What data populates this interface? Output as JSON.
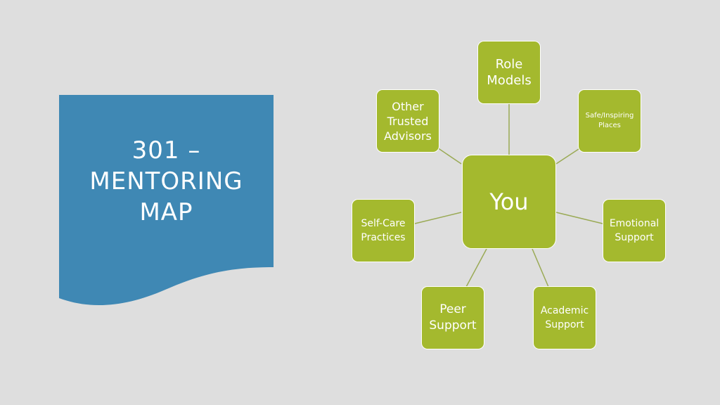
{
  "banner": {
    "title_lines": [
      "301 –",
      "MENTORING",
      "MAP"
    ],
    "color": "#3f88b4"
  },
  "map": {
    "center": {
      "lines": [
        "You"
      ]
    },
    "nodes": [
      {
        "id": "role-models",
        "lines": [
          "Role",
          "Models"
        ]
      },
      {
        "id": "other-trusted-advisors",
        "lines": [
          "Other",
          "Trusted",
          "Advisors"
        ]
      },
      {
        "id": "safe-inspiring-places",
        "lines": [
          "Safe/Inspiring",
          "Places"
        ]
      },
      {
        "id": "self-care-practices",
        "lines": [
          "Self-Care",
          "Practices"
        ]
      },
      {
        "id": "emotional-support",
        "lines": [
          "Emotional",
          "Support"
        ]
      },
      {
        "id": "peer-support",
        "lines": [
          "Peer",
          "Support"
        ]
      },
      {
        "id": "academic-support",
        "lines": [
          "Academic",
          "Support"
        ]
      }
    ],
    "node_color": "#a4b92e",
    "connector_color": "#9aaa55",
    "background_color": "#dedede"
  }
}
